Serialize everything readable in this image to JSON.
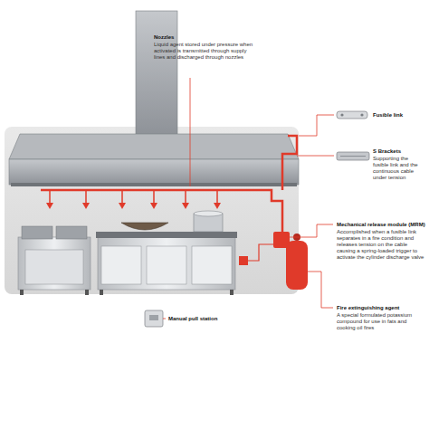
{
  "diagram": {
    "labels": [
      "Nozzles",
      "Liquid agent stored under pressure when activated is transmitted through supply lines and discharged through nozzles",
      "Fusible link",
      "S Brackets",
      "Supporting the fusible link and the continuous cable under tension",
      "Mechanical release module (MRM)",
      "Accomplished when a fusible link separates in a fire condition and releases tension on the cable causing a spring-loaded trigger to activate the cylinder discharge valve",
      "Fire extinguishing agent",
      "A special formulated potassium compound for use in fats and cooking oil fires",
      "Manual pull station"
    ]
  }
}
